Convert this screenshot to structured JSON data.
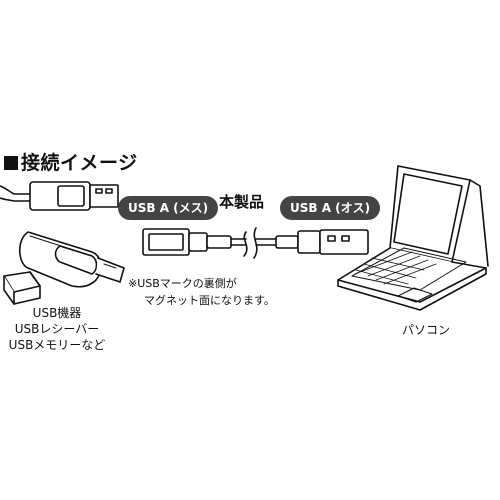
{
  "heading": "接続イメージ",
  "labels": {
    "female": "USB A (メス)",
    "product": "本製品",
    "male": "USB A (オス)"
  },
  "note": {
    "line1": "※USBマークの裏側が",
    "line2": "マグネット面になります。"
  },
  "devices": [
    "USB機器",
    "USBレシーバー",
    "USBメモリーなど"
  ],
  "pc_label": "パソコン"
}
